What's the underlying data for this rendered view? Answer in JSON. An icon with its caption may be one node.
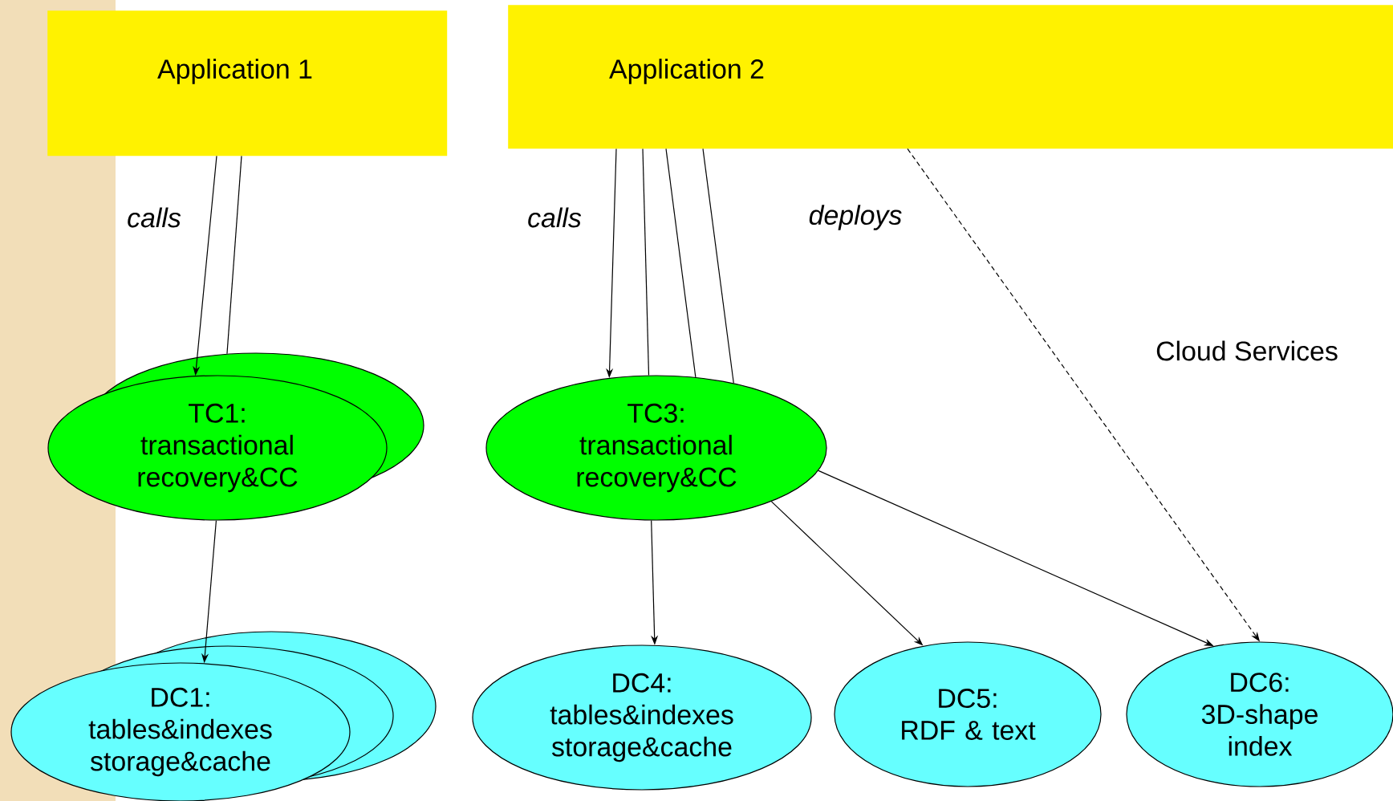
{
  "diagram": {
    "nodes": [
      {
        "text": [
          "Application 1"
        ]
      },
      {
        "text": [
          "Application 2"
        ]
      },
      {
        "text": [
          "TC1:",
          "transactional recovery&CC"
        ]
      },
      {
        "text": [
          "TC3:",
          "transactional recovery&CC"
        ]
      },
      {
        "text": [
          "DC1:",
          "tables&indexes storage&cache"
        ]
      },
      {
        "text": [
          "DC4:",
          "tables&indexes storage&cache"
        ]
      },
      {
        "text": [
          "DC5:",
          "RDF & text"
        ]
      },
      {
        "text": [
          "DC6:",
          "3D-shape index"
        ]
      }
    ],
    "edges": [
      {
        "from": 0,
        "to": 2,
        "arrow": "to"
      },
      {
        "from": 0,
        "to": 2,
        "arrow": "none"
      },
      {
        "from": 1,
        "to": 3,
        "arrow": "to"
      },
      {
        "from": 1,
        "to": 3,
        "arrow": "none"
      },
      {
        "from": 1,
        "to": 3,
        "arrow": "none"
      },
      {
        "from": 1,
        "to": 3,
        "arrow": "none"
      },
      {
        "from": 2,
        "to": 4,
        "arrow": "to"
      },
      {
        "from": 3,
        "to": 5,
        "arrow": "to"
      },
      {
        "from": 3,
        "to": 6,
        "arrow": "to"
      },
      {
        "from": 3,
        "to": 7,
        "arrow": "to"
      },
      {
        "from": 1,
        "to": 7,
        "arrow": "to",
        "style": "dashed"
      }
    ],
    "labels": [
      "calls",
      "calls",
      "deploys",
      "Cloud Services"
    ]
  }
}
